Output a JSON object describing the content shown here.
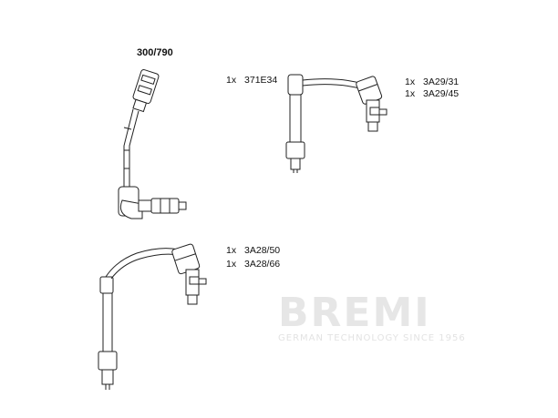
{
  "set": {
    "number": "300/790"
  },
  "parts": [
    {
      "qty": "1x",
      "code": "371E34"
    },
    {
      "qty": "1x",
      "code": "3A29/31"
    },
    {
      "qty": "1x",
      "code": "3A29/45"
    },
    {
      "qty": "1x",
      "code": "3A28/50"
    },
    {
      "qty": "1x",
      "code": "3A28/66"
    }
  ],
  "watermark": {
    "brand": "BREMI",
    "tagline": "GERMAN TECHNOLOGY SINCE 1956"
  }
}
